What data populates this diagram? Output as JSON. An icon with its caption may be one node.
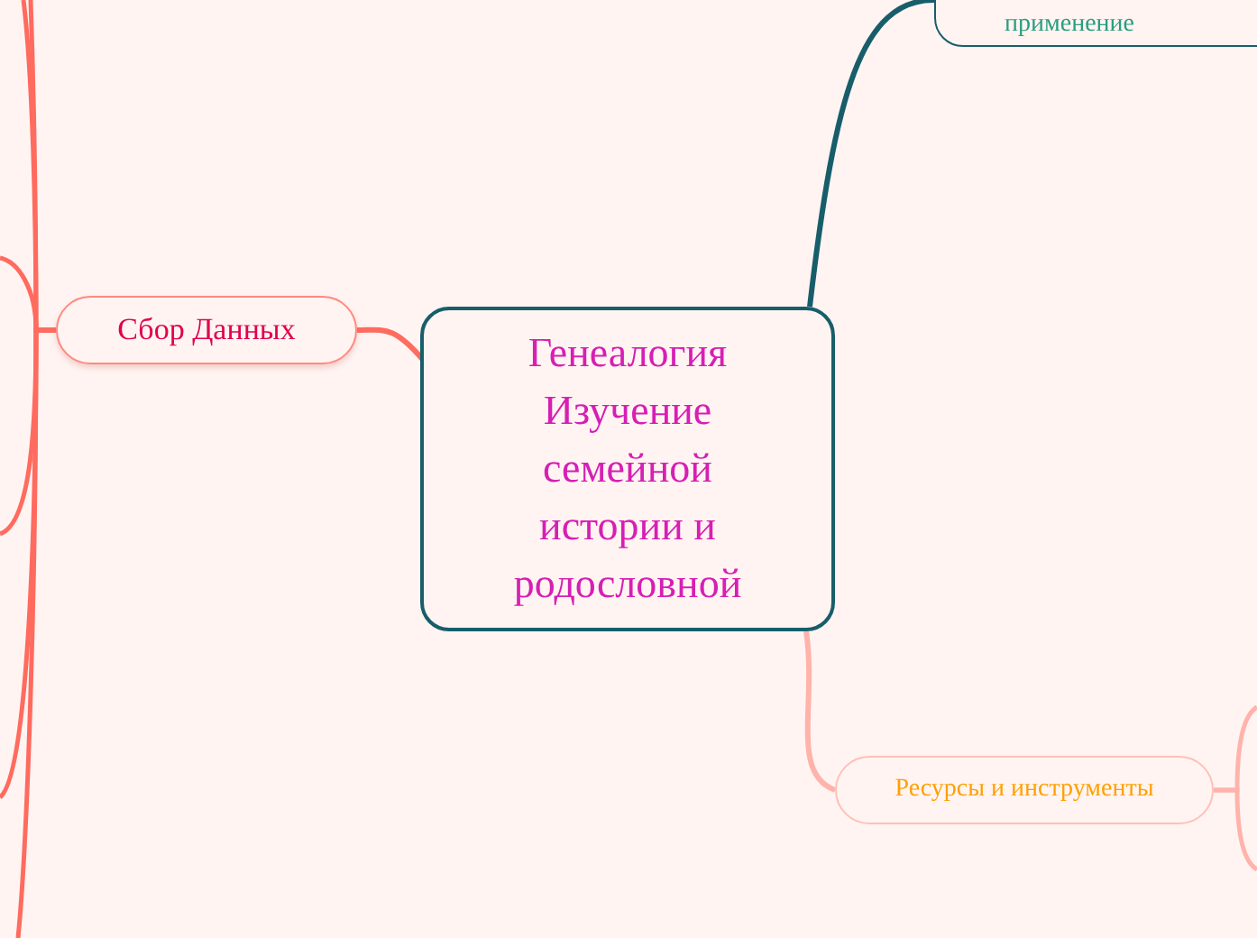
{
  "diagram": {
    "nodes": [
      {
        "text": [
          "Генеалогия Изучение семейной истории и родословной"
        ]
      },
      {
        "text": [
          "Сбор Данных"
        ]
      },
      {
        "text": [
          "применение"
        ]
      },
      {
        "text": [
          "Ресурсы и инструменты"
        ]
      }
    ],
    "edges": [
      {
        "from": 0,
        "to": 1,
        "arrow": "none",
        "color": "#ff6b5e"
      },
      {
        "from": 0,
        "to": 2,
        "arrow": "none",
        "color": "#175e6a"
      },
      {
        "from": 0,
        "to": 3,
        "arrow": "none",
        "color": "#ffb3aa"
      },
      {
        "from": 1,
        "to": null,
        "arrow": "none",
        "color": "#ff6b5e"
      },
      {
        "from": 1,
        "to": null,
        "arrow": "none",
        "color": "#ff6b5e"
      },
      {
        "from": 1,
        "to": null,
        "arrow": "none",
        "color": "#ff6b5e"
      },
      {
        "from": 1,
        "to": null,
        "arrow": "none",
        "color": "#ff6b5e"
      },
      {
        "from": 1,
        "to": null,
        "arrow": "none",
        "color": "#ff6b5e"
      },
      {
        "from": 1,
        "to": null,
        "arrow": "none",
        "color": "#ff6b5e"
      },
      {
        "from": 3,
        "to": null,
        "arrow": "none",
        "color": "#ffb3aa"
      },
      {
        "from": 3,
        "to": null,
        "arrow": "none",
        "color": "#ffb3aa"
      }
    ]
  }
}
